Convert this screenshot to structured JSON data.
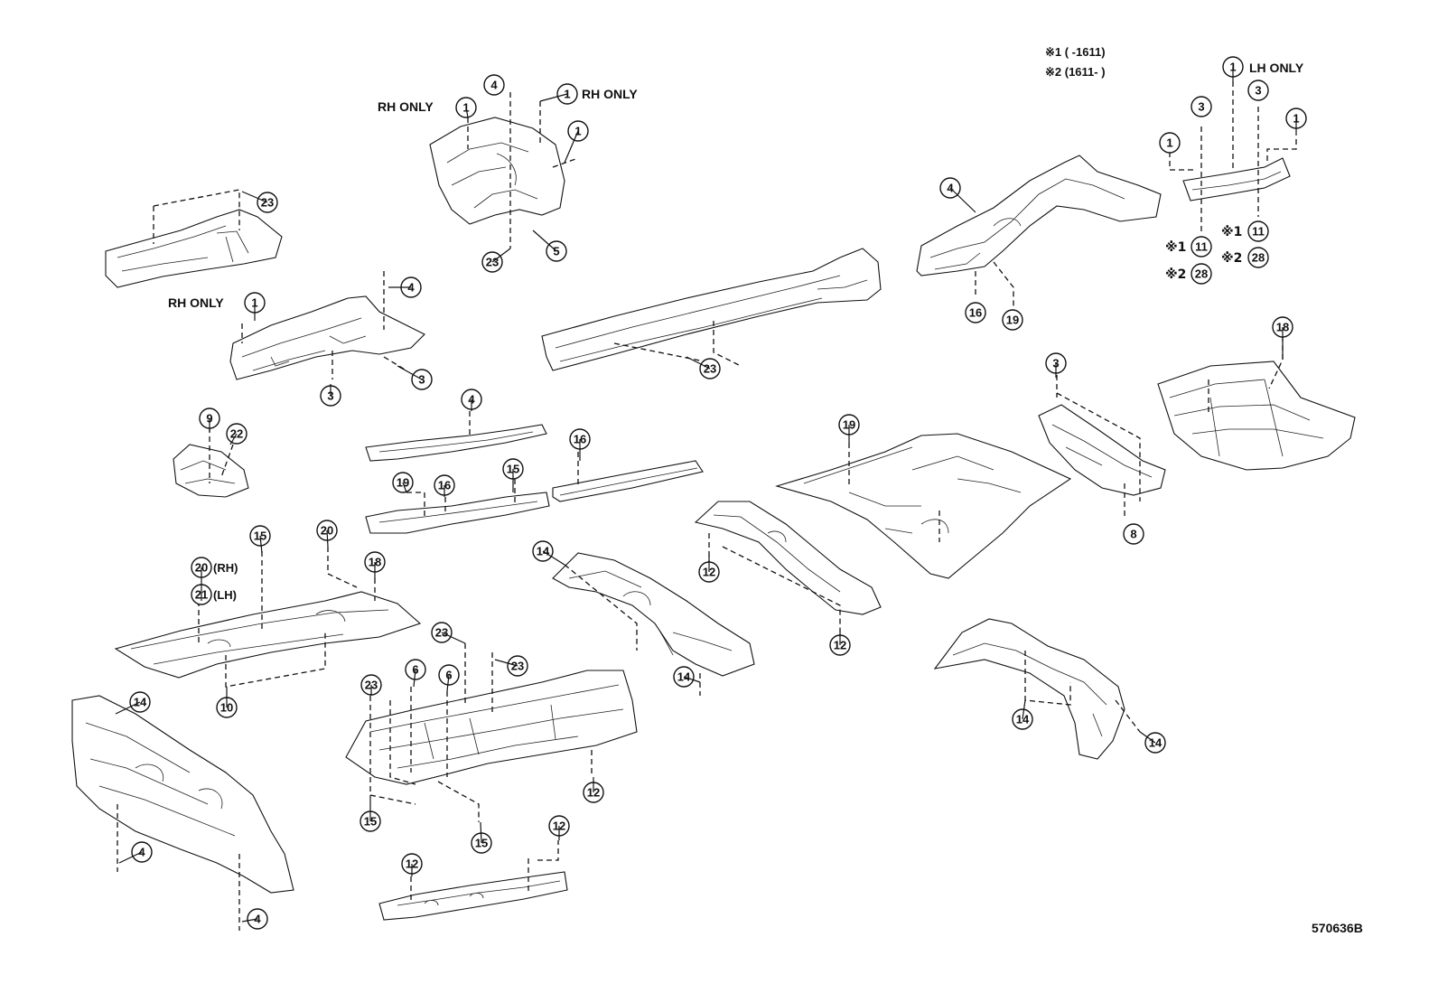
{
  "notes": {
    "note1": "※1 (       -1611)",
    "note2": "※2 (1611-       )"
  },
  "labels": {
    "rh_only": "RH ONLY",
    "lh_only": "LH ONLY",
    "rh_suffix": "(RH)",
    "lh_suffix": "(LH)",
    "mark1": "※1",
    "mark2": "※2"
  },
  "drawing_id": "570636B",
  "callouts": {
    "c1": "1",
    "c3": "3",
    "c4": "4",
    "c5": "5",
    "c6": "6",
    "c8": "8",
    "c9": "9",
    "c10": "10",
    "c11": "11",
    "c12": "12",
    "c14": "14",
    "c15": "15",
    "c16": "16",
    "c18": "18",
    "c19": "19",
    "c20": "20",
    "c21": "21",
    "c22": "22",
    "c23": "23",
    "c28": "28"
  }
}
